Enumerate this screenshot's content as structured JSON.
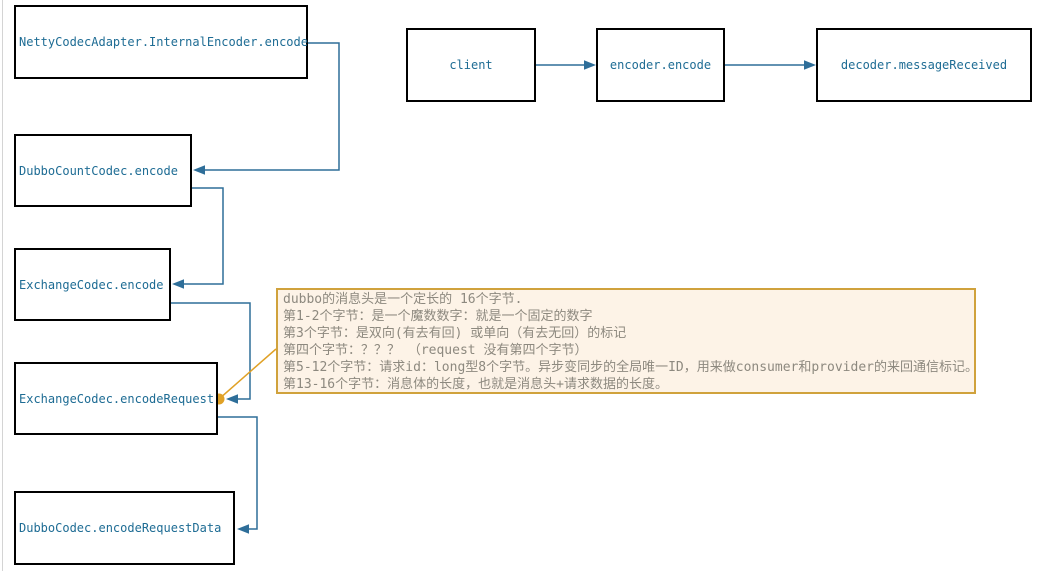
{
  "diagram": {
    "encode_chain": [
      "NettyCodecAdapter.InternalEncoder.encode",
      "DubboCountCodec.encode",
      "ExchangeCodec.encode",
      "ExchangeCodec.encodeRequest",
      "DubboCodec.encodeRequestData"
    ],
    "top_chain": [
      "client",
      "encoder.encode",
      "decoder.messageReceived"
    ],
    "note": {
      "lines": [
        "dubbo的消息头是一个定长的 16个字节.",
        "第1-2个字节：是一个魔数数字：就是一个固定的数字",
        "第3个字节：是双向(有去有回) 或单向（有去无回）的标记",
        "第四个字节：？？？ （request 没有第四个字节）",
        "第5-12个字节：请求id：long型8个字节。异步变同步的全局唯一ID，用来做consumer和provider的来回通信标记。",
        "第13-16个字节：消息体的长度，也就是消息头+请求数据的长度。"
      ]
    },
    "colors": {
      "connector_blue": "#2e6e99",
      "node_text_blue": "#1e6c94",
      "node_border": "#000000",
      "note_border": "#d0a23c",
      "note_background": "#fdf3e7",
      "note_text": "#8d897f",
      "marker_orange": "#e0a126"
    }
  }
}
